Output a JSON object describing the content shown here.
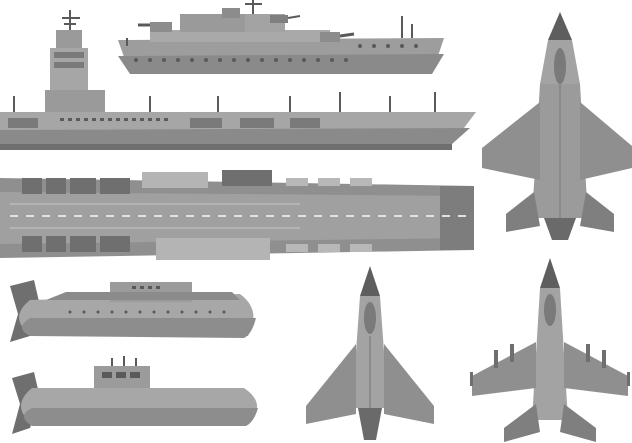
{
  "colors": {
    "background": "#ffffff",
    "hull": "#a3a3a3",
    "hull_light": "#b9b9b9",
    "hull_dark": "#7a7a7a",
    "deck": "#8c8c8c",
    "shadow": "#5a5a5a",
    "ink": "#3a3a3a",
    "marking": "#e2e2e2"
  },
  "items": [
    {
      "kind": "destroyer"
    },
    {
      "kind": "aircraft-carrier-side"
    },
    {
      "kind": "aircraft-carrier-top"
    },
    {
      "kind": "submarine-upper"
    },
    {
      "kind": "submarine-lower"
    },
    {
      "kind": "stealth-fighter-jet"
    },
    {
      "kind": "delta-wing-jet"
    },
    {
      "kind": "multirole-fighter-jet"
    }
  ]
}
